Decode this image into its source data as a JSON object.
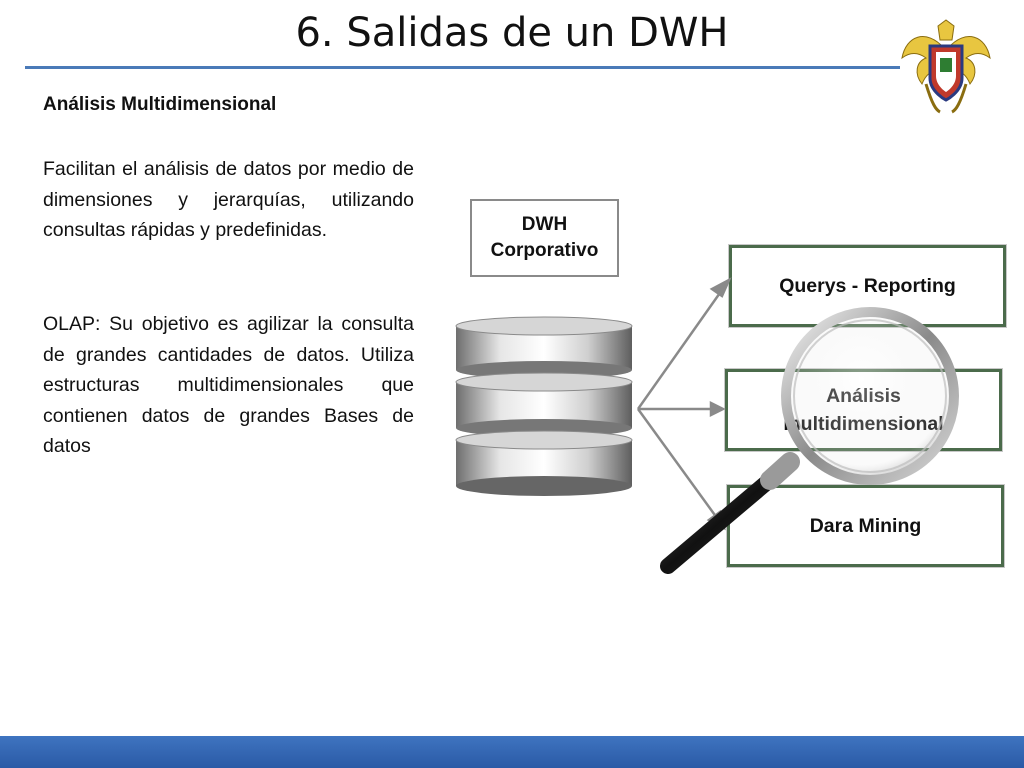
{
  "title": "6. Salidas de un DWH",
  "subtitle": "Análisis Multidimensional",
  "paragraph_1": "Facilitan el análisis de datos por medio de dimensiones y jerarquías, utilizando consultas rápidas y predefinidas.",
  "paragraph_2": "OLAP: Su objetivo es agilizar la consulta de grandes cantidades de datos. Utiliza estructuras multidimensionales que contienen datos de grandes Bases de datos",
  "diagram": {
    "source": {
      "line1": "DWH",
      "line2": "Corporativo"
    },
    "outputs": [
      {
        "label": "Querys - Reporting"
      },
      {
        "label_line1": "Análisis",
        "label_line2": "multidimensional"
      },
      {
        "label": "Dara Mining"
      }
    ]
  },
  "colors": {
    "title_rule": "#4a7ab8",
    "footer": "#2f63b0",
    "box_border": "#4b6b4b"
  },
  "icons": [
    "university-crest-icon",
    "database-icon",
    "magnifying-glass-icon"
  ]
}
